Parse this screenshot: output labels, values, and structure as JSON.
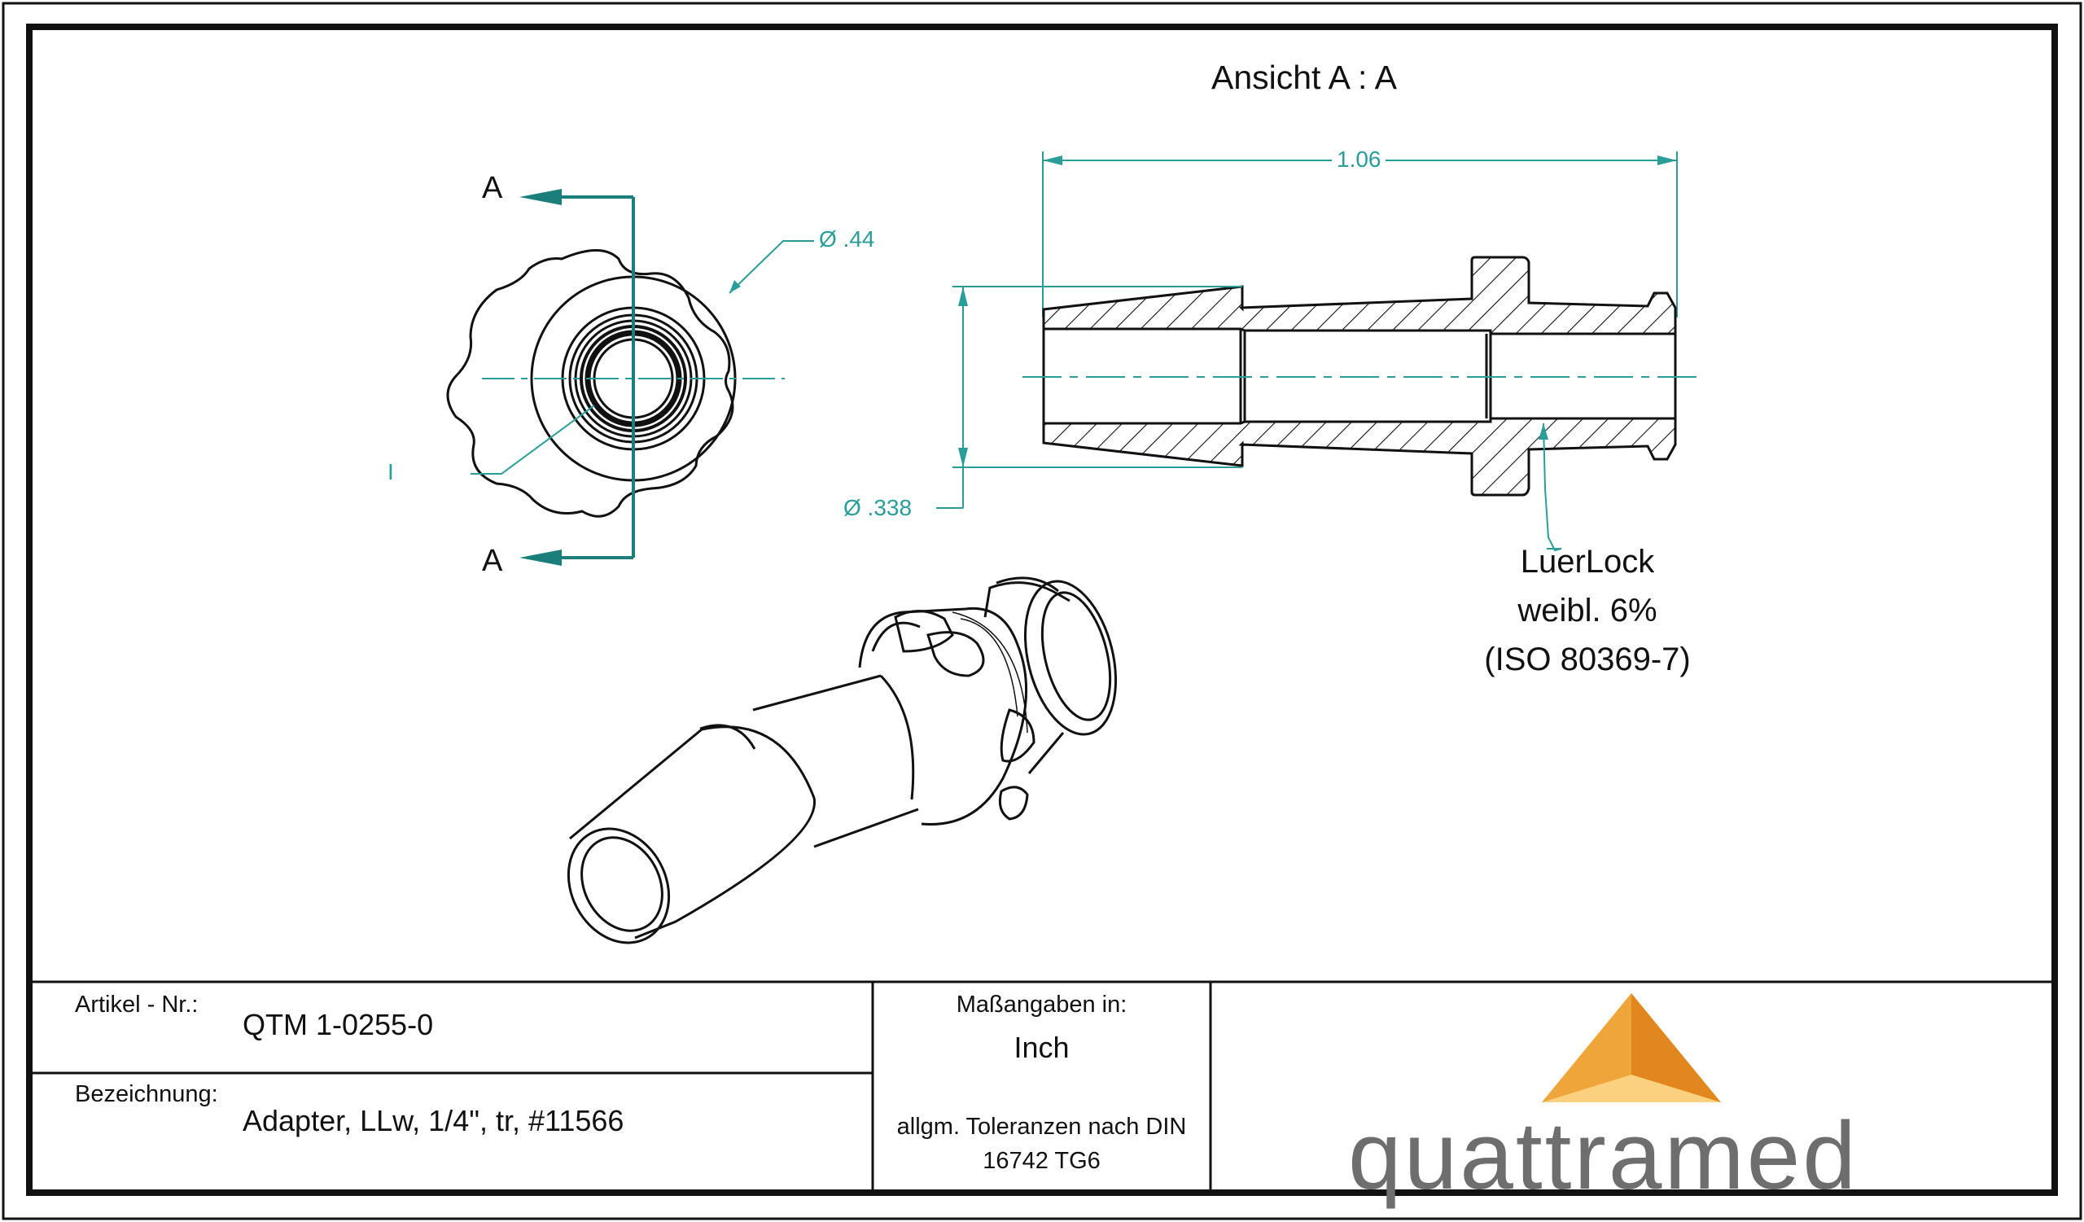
{
  "drawing": {
    "view_title": "Ansicht A : A",
    "section_labels": [
      "A",
      "A"
    ],
    "dimensions": {
      "diameter_outer": "Ø .44",
      "diameter_inner": "Ø .338",
      "length": "1.06",
      "leader_mark": "I"
    },
    "note_lines": [
      "LuerLock",
      "weibl. 6%",
      "(ISO 80369-7)"
    ],
    "colors": {
      "line": "#111111",
      "dimension": "#2a9d99",
      "section_arrow": "#1a7f7a"
    }
  },
  "title_block": {
    "article_label": "Artikel - Nr.:",
    "article_value": "QTM 1-0255-0",
    "designation_label": "Bezeichnung:",
    "designation_value": "Adapter, LLw, 1/4\", tr, #11566",
    "units_label": "Maßangaben in:",
    "units_value": "Inch",
    "tolerance_line1": "allgm. Toleranzen nach DIN",
    "tolerance_line2": "16742 TG6"
  },
  "logo": {
    "text": "quattramed",
    "colors": {
      "light": "#f7c46b",
      "mid": "#f0a53a",
      "dark": "#e2871d",
      "text": "#6e6e6e"
    }
  }
}
